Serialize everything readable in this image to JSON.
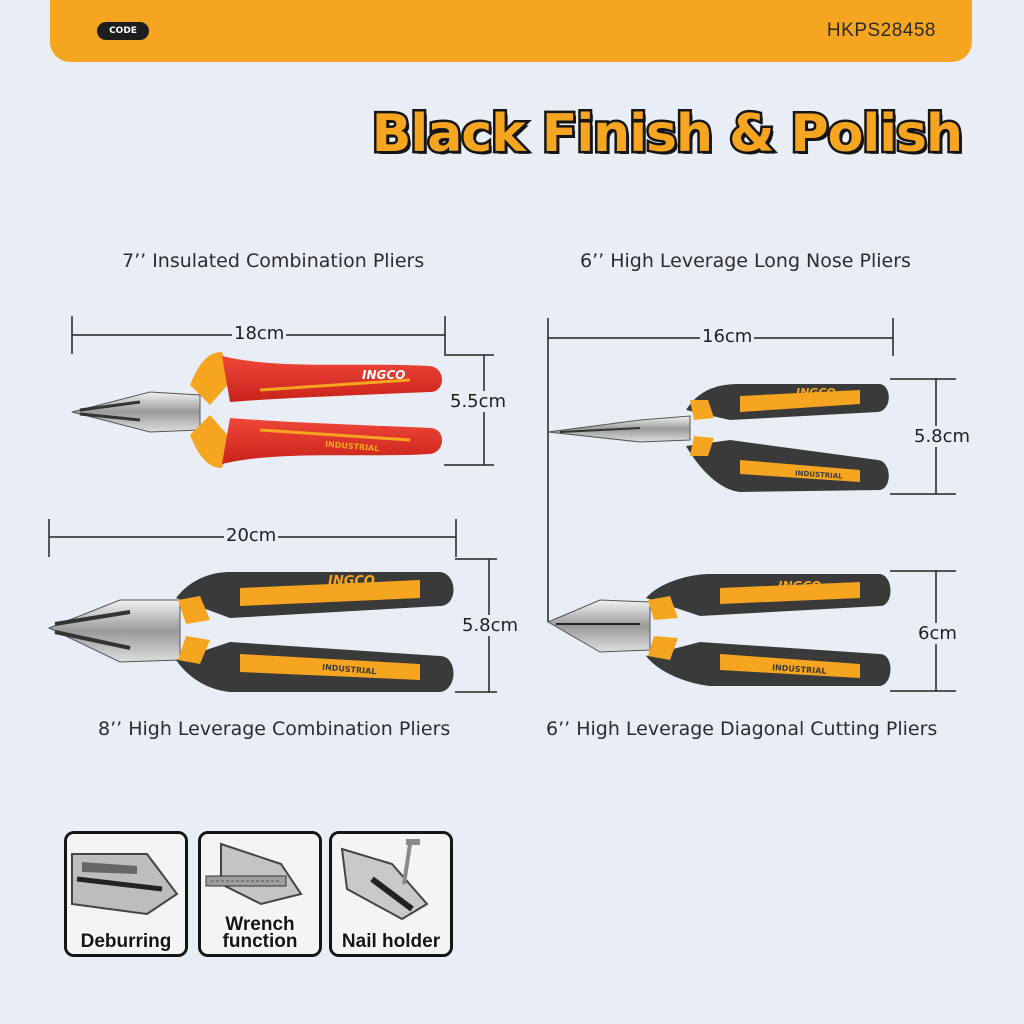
{
  "header": {
    "code_label": "CODE",
    "code_value": "HKPS28458"
  },
  "headline": "Black Finish & Polish",
  "products": [
    {
      "name": "7’’ Insulated Combination Pliers",
      "length": "18cm",
      "width": "5.5cm",
      "brand": "INGCO",
      "handle_text": "INDUSTRIAL"
    },
    {
      "name": "6’’ High Leverage Long Nose Pliers",
      "length": "16cm",
      "width": "5.8cm",
      "brand": "INGCO",
      "handle_text": "INDUSTRIAL"
    },
    {
      "name": "8’’ High Leverage Combination Pliers",
      "length": "20cm",
      "width": "5.8cm",
      "brand": "INGCO",
      "handle_text": "INDUSTRIAL"
    },
    {
      "name": "6’’ High Leverage Diagonal Cutting Pliers",
      "width": "6cm",
      "brand": "INGCO",
      "handle_text": "INDUSTRIAL"
    }
  ],
  "features": [
    {
      "label": "Deburring"
    },
    {
      "label": "Wrench function"
    },
    {
      "label": "Nail holder"
    }
  ],
  "colors": {
    "accent": "#f6a520",
    "insulated_red": "#e8322a",
    "handle_dark": "#3a3a3a"
  }
}
